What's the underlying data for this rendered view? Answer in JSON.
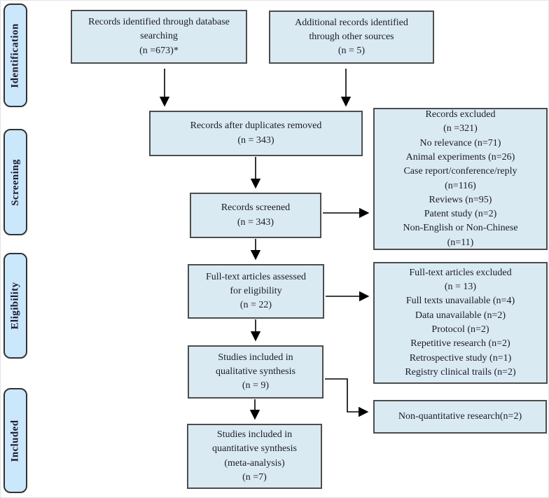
{
  "palette": {
    "box_fill": "#daeaf3",
    "box_border": "#4d4d4d",
    "label_fill": "#cbe7fb",
    "label_border": "#323232",
    "text_color": "#1a1a2c",
    "arrow_color": "#000000"
  },
  "stages": {
    "identification": "Identification",
    "screening": "Screening",
    "eligibility": "Eligibility",
    "included": "Included"
  },
  "boxes": {
    "database_search": "Records identified through database\nsearching\n(n =673)*",
    "other_sources": "Additional records identified\nthrough other sources\n(n = 5)",
    "duplicates_removed": "Records after duplicates removed\n(n = 343)",
    "records_excluded": "Records excluded\n(n =321)\nNo relevance (n=71)\nAnimal experiments (n=26)\nCase report/conference/reply\n(n=116)\nReviews (n=95)\nPatent study (n=2)\nNon-English or Non-Chinese\n(n=11)",
    "records_screened": "Records screened\n(n = 343)",
    "fulltext_assessed": "Full-text articles assessed\nfor eligibility\n(n = 22)",
    "fulltext_excluded": "Full-text articles excluded\n(n = 13)\nFull texts unavailable (n=4)\nData unavailable (n=2)\nProtocol (n=2)\nRepetitive research (n=2)\nRetrospective study (n=1)\nRegistry clinical trails (n=2)",
    "qualitative_synthesis": "Studies included in\nqualitative synthesis\n(n = 9)",
    "non_quantitative": "Non-quantitative research(n=2)",
    "quantitative_synthesis": "Studies included in\nquantitative synthesis\n(meta-analysis)\n(n =7)"
  }
}
